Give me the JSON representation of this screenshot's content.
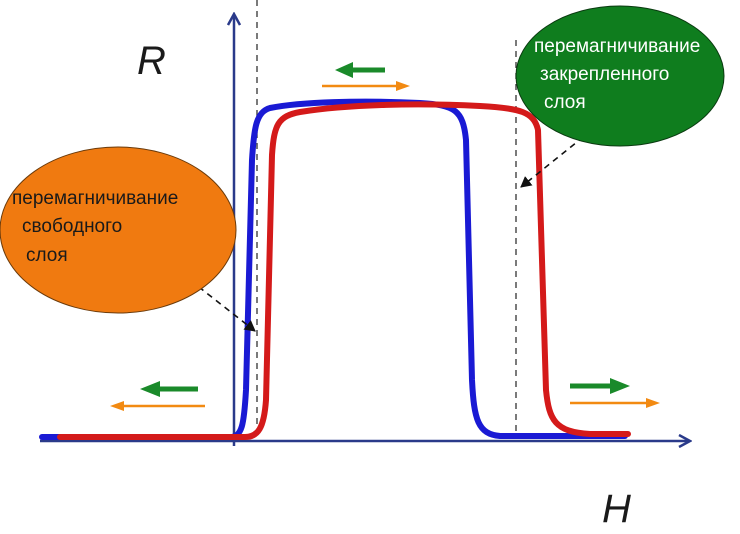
{
  "axes": {
    "y_label": "R",
    "x_label": "H"
  },
  "callouts": {
    "free_layer": {
      "lines": [
        "перемагничивание",
        "свободного",
        "слоя"
      ],
      "fill": "#f07a10",
      "text_color": "#1a1a1a"
    },
    "pinned_layer": {
      "lines": [
        "перемагничивание",
        "закрепленного",
        "слоя"
      ],
      "fill": "#0f7d1e",
      "text_color": "#ffffff"
    }
  },
  "colors": {
    "sweep_up_curve": "#d41a1a",
    "sweep_down_curve": "#1a1ad4",
    "arrow_green": "#1a8a2a",
    "arrow_orange": "#f28a12",
    "axis": "#2a3a8a"
  },
  "icons": {
    "arrows": [
      "arrow-left-icon",
      "arrow-right-icon"
    ]
  }
}
